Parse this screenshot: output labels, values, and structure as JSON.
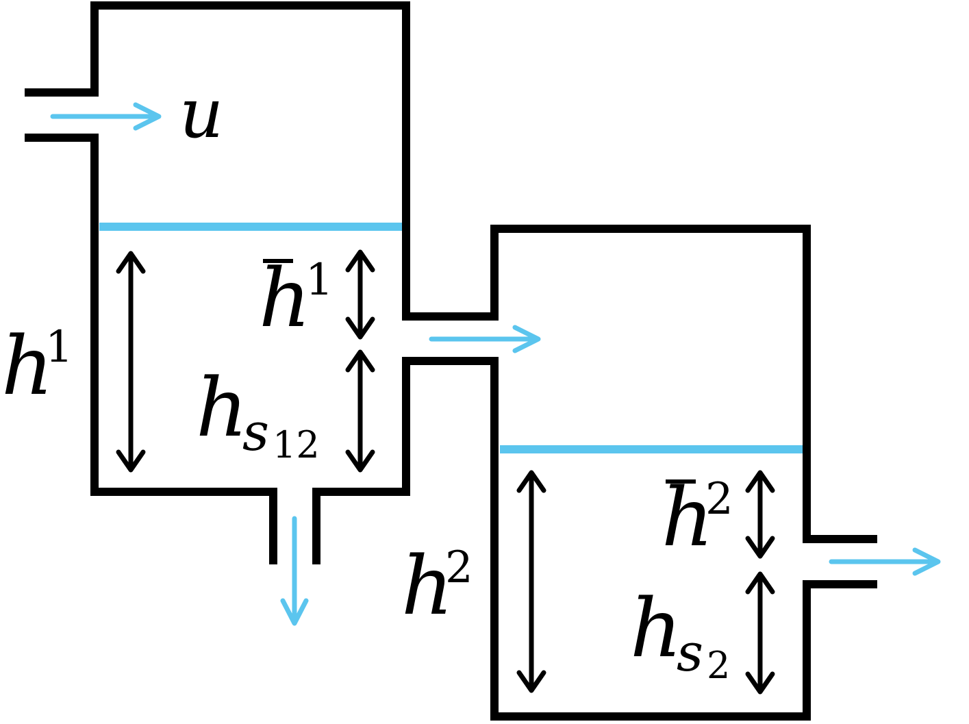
{
  "colors": {
    "walls": "#000000",
    "water": "#5bc5ee",
    "arrows": "#000000"
  },
  "labels": {
    "inflow": "u",
    "h1": {
      "base": "h",
      "sup": "1"
    },
    "hbar1": {
      "base": "h",
      "sup": "1"
    },
    "hs12": {
      "base": "h",
      "sub": "s",
      "subsub": "12"
    },
    "h2": {
      "base": "h",
      "sup": "2"
    },
    "hbar2": {
      "base": "h",
      "sup": "2"
    },
    "hs2": {
      "base": "h",
      "sub": "s",
      "subsub": "2"
    }
  }
}
